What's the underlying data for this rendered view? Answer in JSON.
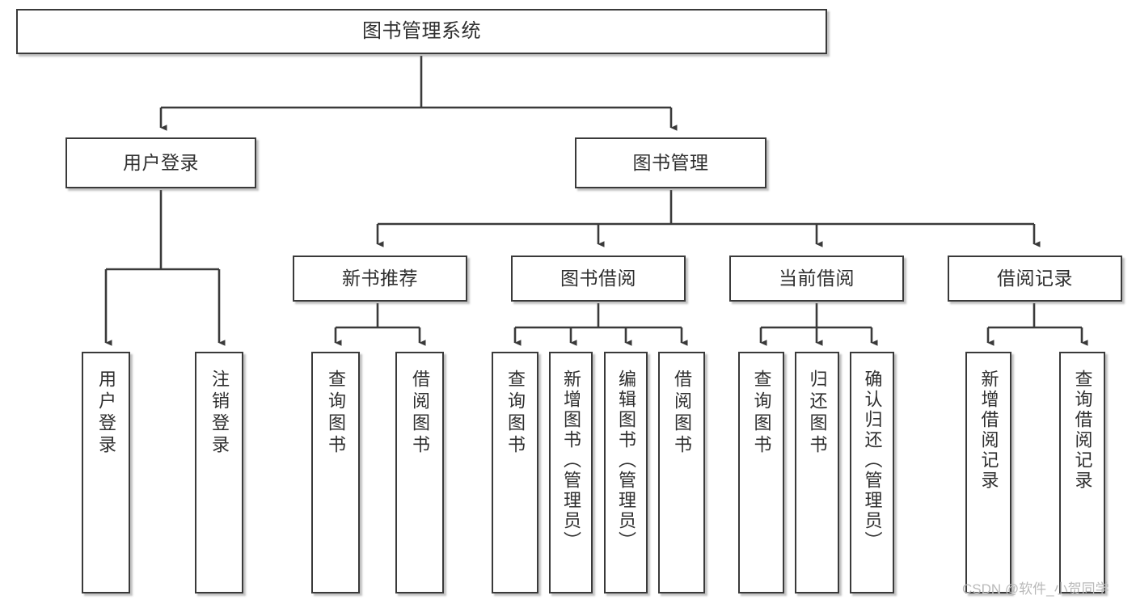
{
  "diagram": {
    "title": "图书管理系统",
    "type": "tree",
    "orientation": "top-down",
    "colors": {
      "box_border": "#3a3a3a",
      "box_fill": "#ffffff",
      "connector": "#3a3a3a",
      "text": "#2f2f2f",
      "watermark": "#b9b9b9",
      "background": "#ffffff"
    },
    "watermark": "CSDN @软件_小贺同学",
    "nodes": {
      "root": {
        "label": "图书管理系统"
      },
      "level2": [
        {
          "id": "user-login",
          "label": "用户登录"
        },
        {
          "id": "book-manage",
          "label": "图书管理"
        }
      ],
      "level3": [
        {
          "id": "new-book-recommend",
          "label": "新书推荐"
        },
        {
          "id": "book-borrow",
          "label": "图书借阅"
        },
        {
          "id": "current-borrow",
          "label": "当前借阅"
        },
        {
          "id": "borrow-record",
          "label": "借阅记录"
        }
      ],
      "leaves": {
        "user_login": [
          {
            "id": "leaf-user-login",
            "label": "用户登录"
          },
          {
            "id": "leaf-logout-login",
            "label": "注销登录"
          }
        ],
        "new_book_recommend": [
          {
            "id": "leaf-query-book-1",
            "label": "查询图书"
          },
          {
            "id": "leaf-borrow-book-1",
            "label": "借阅图书"
          }
        ],
        "book_borrow": [
          {
            "id": "leaf-query-book-2",
            "label": "查询图书"
          },
          {
            "id": "leaf-add-book",
            "label": "新增图书（管理员）"
          },
          {
            "id": "leaf-edit-book",
            "label": "编辑图书（管理员）"
          },
          {
            "id": "leaf-borrow-book-2",
            "label": "借阅图书"
          }
        ],
        "current_borrow": [
          {
            "id": "leaf-query-book-3",
            "label": "查询图书"
          },
          {
            "id": "leaf-return-book",
            "label": "归还图书"
          },
          {
            "id": "leaf-confirm-return",
            "label": "确认归还（管理员）"
          }
        ],
        "borrow_record": [
          {
            "id": "leaf-add-record",
            "label": "新增借阅记录"
          },
          {
            "id": "leaf-query-record",
            "label": "查询借阅记录"
          }
        ]
      }
    }
  }
}
